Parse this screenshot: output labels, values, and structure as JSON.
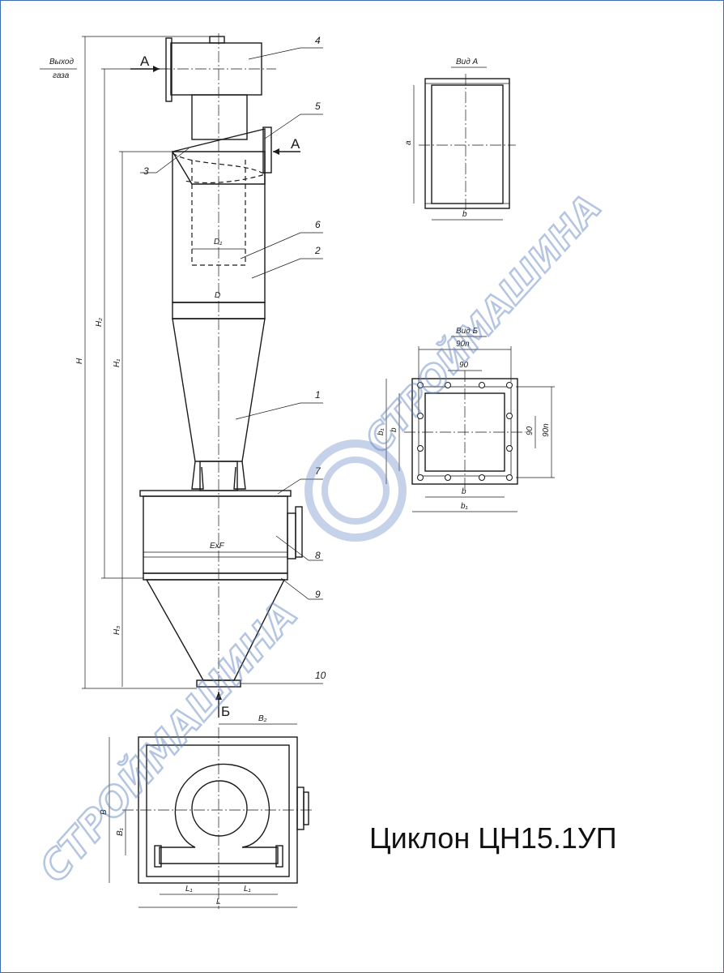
{
  "title": "Циклон ЦН15.1УП",
  "watermark": "СТРОЙМАШИНА",
  "labels": {
    "outlet_top": "Выход",
    "outlet_bottom": "газа",
    "section_a": "А",
    "section_b": "Б",
    "view_a": "Вид А",
    "view_b": "Вид Б",
    "dim_H": "H",
    "dim_H2": "H₂",
    "dim_H1": "H₁",
    "dim_H3": "H₃",
    "dim_D": "D",
    "dim_D1": "D₁",
    "dim_ExF": "ExF",
    "dim_a": "a",
    "dim_b": "b",
    "dim_b1": "b₁",
    "dim_90n": "90n",
    "dim_90": "90",
    "dim_B": "B",
    "dim_B1": "B₁",
    "dim_B2": "B₂",
    "dim_L": "L",
    "dim_L1": "L₁"
  },
  "callouts": [
    "1",
    "2",
    "3",
    "4",
    "5",
    "6",
    "7",
    "8",
    "9",
    "10"
  ],
  "colors": {
    "body_fill": "#c8d3f0",
    "body_light": "#eef2fc",
    "watermark": "#5b7fbf",
    "line": "#1a1a1a"
  }
}
